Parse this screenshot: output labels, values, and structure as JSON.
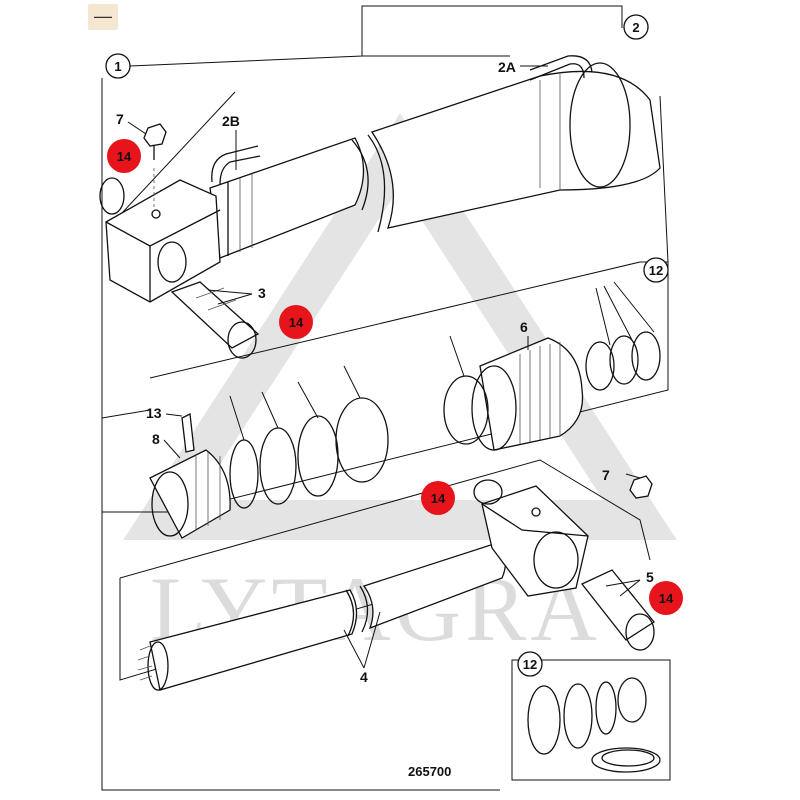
{
  "corner_button": {
    "label": "—"
  },
  "watermark": {
    "text": "LYTAGRA"
  },
  "drawing_number": "265700",
  "callouts": {
    "c1": "1",
    "c2": "2",
    "c12a": "12",
    "c12b": "12"
  },
  "part_labels": {
    "p2a": "2A",
    "p2b": "2B",
    "p3": "3",
    "p4": "4",
    "p5": "5",
    "p6": "6",
    "p7a": "7",
    "p7b": "7",
    "p8": "8",
    "p13": "13"
  },
  "red_markers": {
    "m1": "14",
    "m2": "14",
    "m3": "14",
    "m4": "14"
  },
  "colors": {
    "marker_red": "#e8141c",
    "line": "#111111",
    "watermark": "#dcdcdc",
    "corner_button_bg": "#f5e6d2"
  }
}
